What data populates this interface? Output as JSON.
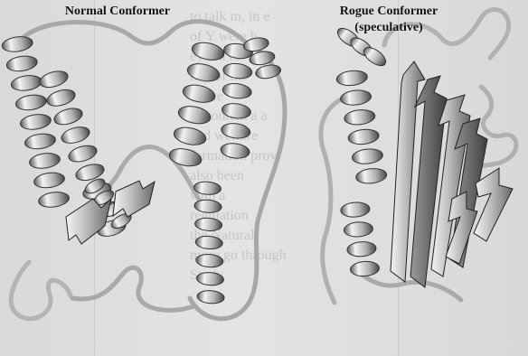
{
  "labels": {
    "normal": "Normal Conformer",
    "rogue_line1": "Rogue Conformer",
    "rogue_line2": "(speculative)"
  },
  "background_text_lines": [
    "to talk m, in e",
    "of Y were b",
    "ey red to",
    "hey of the",
    "of the",
    "in context a a",
    "and welfare",
    "formation prov",
    "also been",
    "with a",
    "regulation",
    "the Natural",
    "more go through",
    "Study"
  ],
  "colors": {
    "ink": "#111111",
    "ribbon_light": "#f0f0f0",
    "ribbon_mid": "#a8a8a8",
    "ribbon_dark": "#555555",
    "background": "#dcdcdc"
  }
}
